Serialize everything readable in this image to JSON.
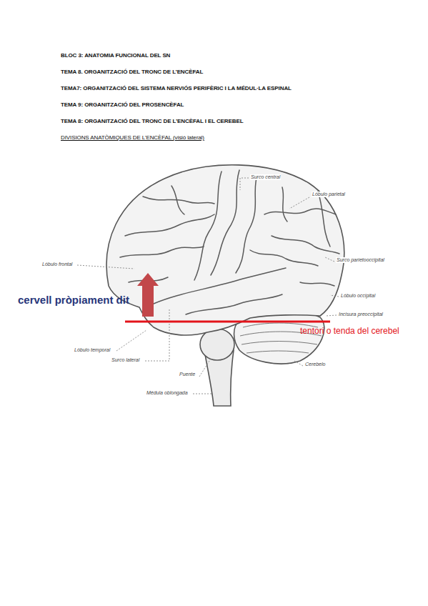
{
  "diagram": {
    "title": "DIVISIONS ANATÒMIQUES DE L’ENCÈFAL (visió lateral)",
    "labels": [
      "BLOC 3: ANATOMIA FUNCIONAL DEL SN",
      "TEMA 8. ORGANITZACIÓ DEL TRONC DE L’ENCÈFAL",
      "TEMA7: ORGANITZACIÓ DEL SISTEMA NERVIÓS PERIFÈRIC I LA MÉDUL·LA ESPINAL",
      "TEMA 9: ORGANITZACIÓ DEL PROSENCÈFAL",
      "TEMA 8: ORGANITZACIÓ DEL TRONC DE L’ENCÈFAL I EL CEREBEL",
      "Surco central",
      "Lóbulo parietal",
      "Lóbulo frontal",
      "Surco parietooccipital",
      "Lóbulo occipital",
      "Incisura preoccipital",
      "cervell pròpiament dit",
      "tentori o tenda del cerebel",
      "Lóbulo temporal",
      "Surco lateral",
      "Puente",
      "Cerebelo",
      "Médula oblongada"
    ]
  }
}
